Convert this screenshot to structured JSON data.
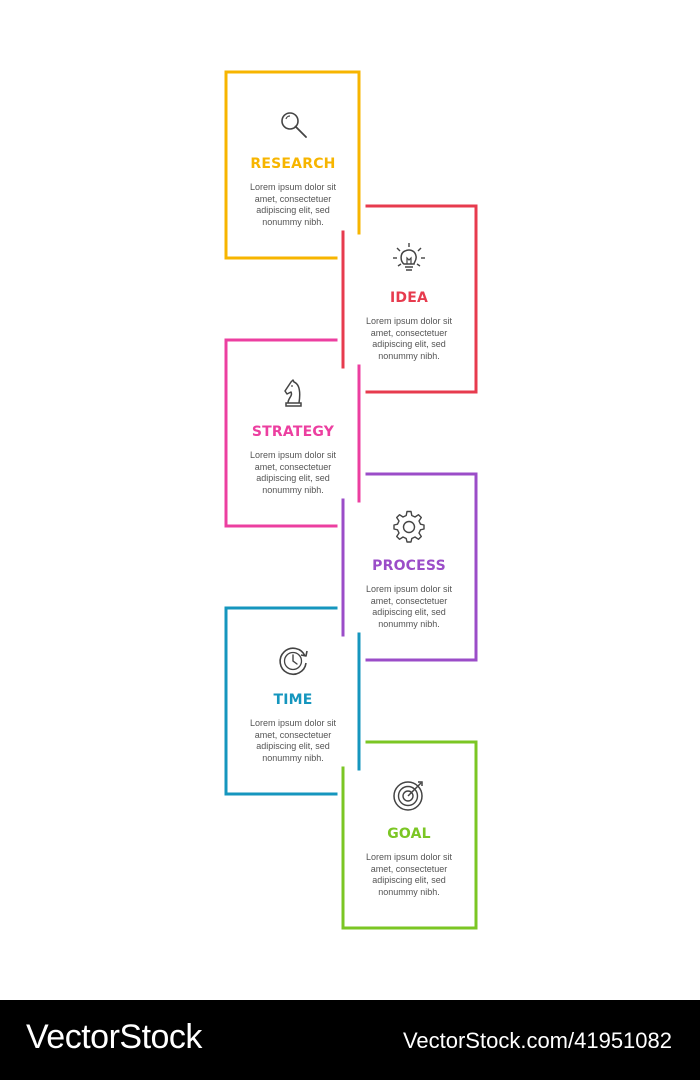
{
  "steps": [
    {
      "title": "RESEARCH",
      "icon": "magnifier-icon",
      "color": "#F7B500",
      "body": "Lorem ipsum dolor sit amet, consectetuer adipiscing elit, sed nonummy nibh."
    },
    {
      "title": "IDEA",
      "icon": "lightbulb-icon",
      "color": "#E73B4E",
      "body": "Lorem ipsum dolor sit amet, consectetuer adipiscing elit, sed nonummy nibh."
    },
    {
      "title": "STRATEGY",
      "icon": "chess-knight-icon",
      "color": "#EC3FA0",
      "body": "Lorem ipsum dolor sit amet, consectetuer adipiscing elit, sed nonummy nibh."
    },
    {
      "title": "PROCESS",
      "icon": "gear-icon",
      "color": "#9B4DC8",
      "body": "Lorem ipsum dolor sit amet, consectetuer adipiscing elit, sed nonummy nibh."
    },
    {
      "title": "TIME",
      "icon": "clock-icon",
      "color": "#1596BE",
      "body": "Lorem ipsum dolor sit amet, consectetuer adipiscing elit, sed nonummy nibh."
    },
    {
      "title": "GOAL",
      "icon": "target-icon",
      "color": "#7BC624",
      "body": "Lorem ipsum dolor sit amet, consectetuer adipiscing elit, sed nonummy nibh."
    }
  ],
  "footer": {
    "brand": "VectorStock",
    "stock_id": "VectorStock.com/41951082"
  }
}
